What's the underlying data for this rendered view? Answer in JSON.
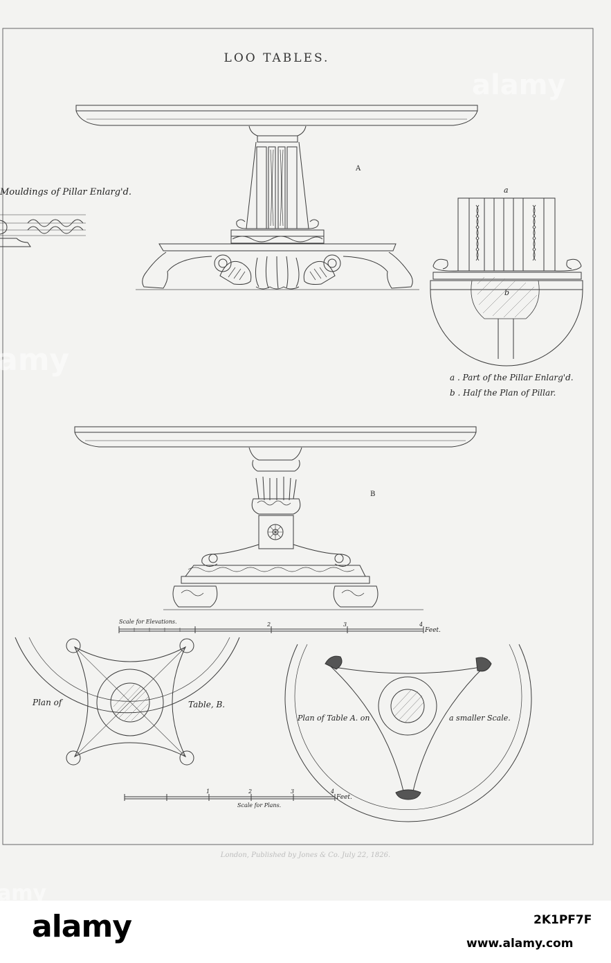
{
  "plate": {
    "title": "LOO TABLES.",
    "label_a": "A",
    "label_small_a": "a",
    "label_b": "B",
    "label_small_b": "b",
    "mouldings": "Mouldings of Pillar Enlarg'd.",
    "caption_a": "a . Part of the Pillar Enlarg'd.",
    "caption_b": "b . Half the Plan of Pillar.",
    "scale_elevations": "Scale for Elevations.",
    "scale_plans": "Scale for Plans.",
    "feet": "Feet.",
    "plan_of": "Plan of",
    "table_b": "Table, B.",
    "plan_table_a": "Plan of Table A. on",
    "smaller_scale": "a smaller Scale.",
    "imprint": "London, Published by Jones & Co. July 22, 1826.",
    "tick_elev": [
      "2",
      "3",
      "4"
    ],
    "tick_plans": [
      "1",
      "2",
      "3",
      "4"
    ]
  },
  "watermark": {
    "text_1": "alamy",
    "text_2": "amy",
    "text_3": "amy"
  },
  "banner": {
    "logo": "alamy",
    "image_id": "2K1PF7F",
    "site": "www.alamy.com"
  }
}
